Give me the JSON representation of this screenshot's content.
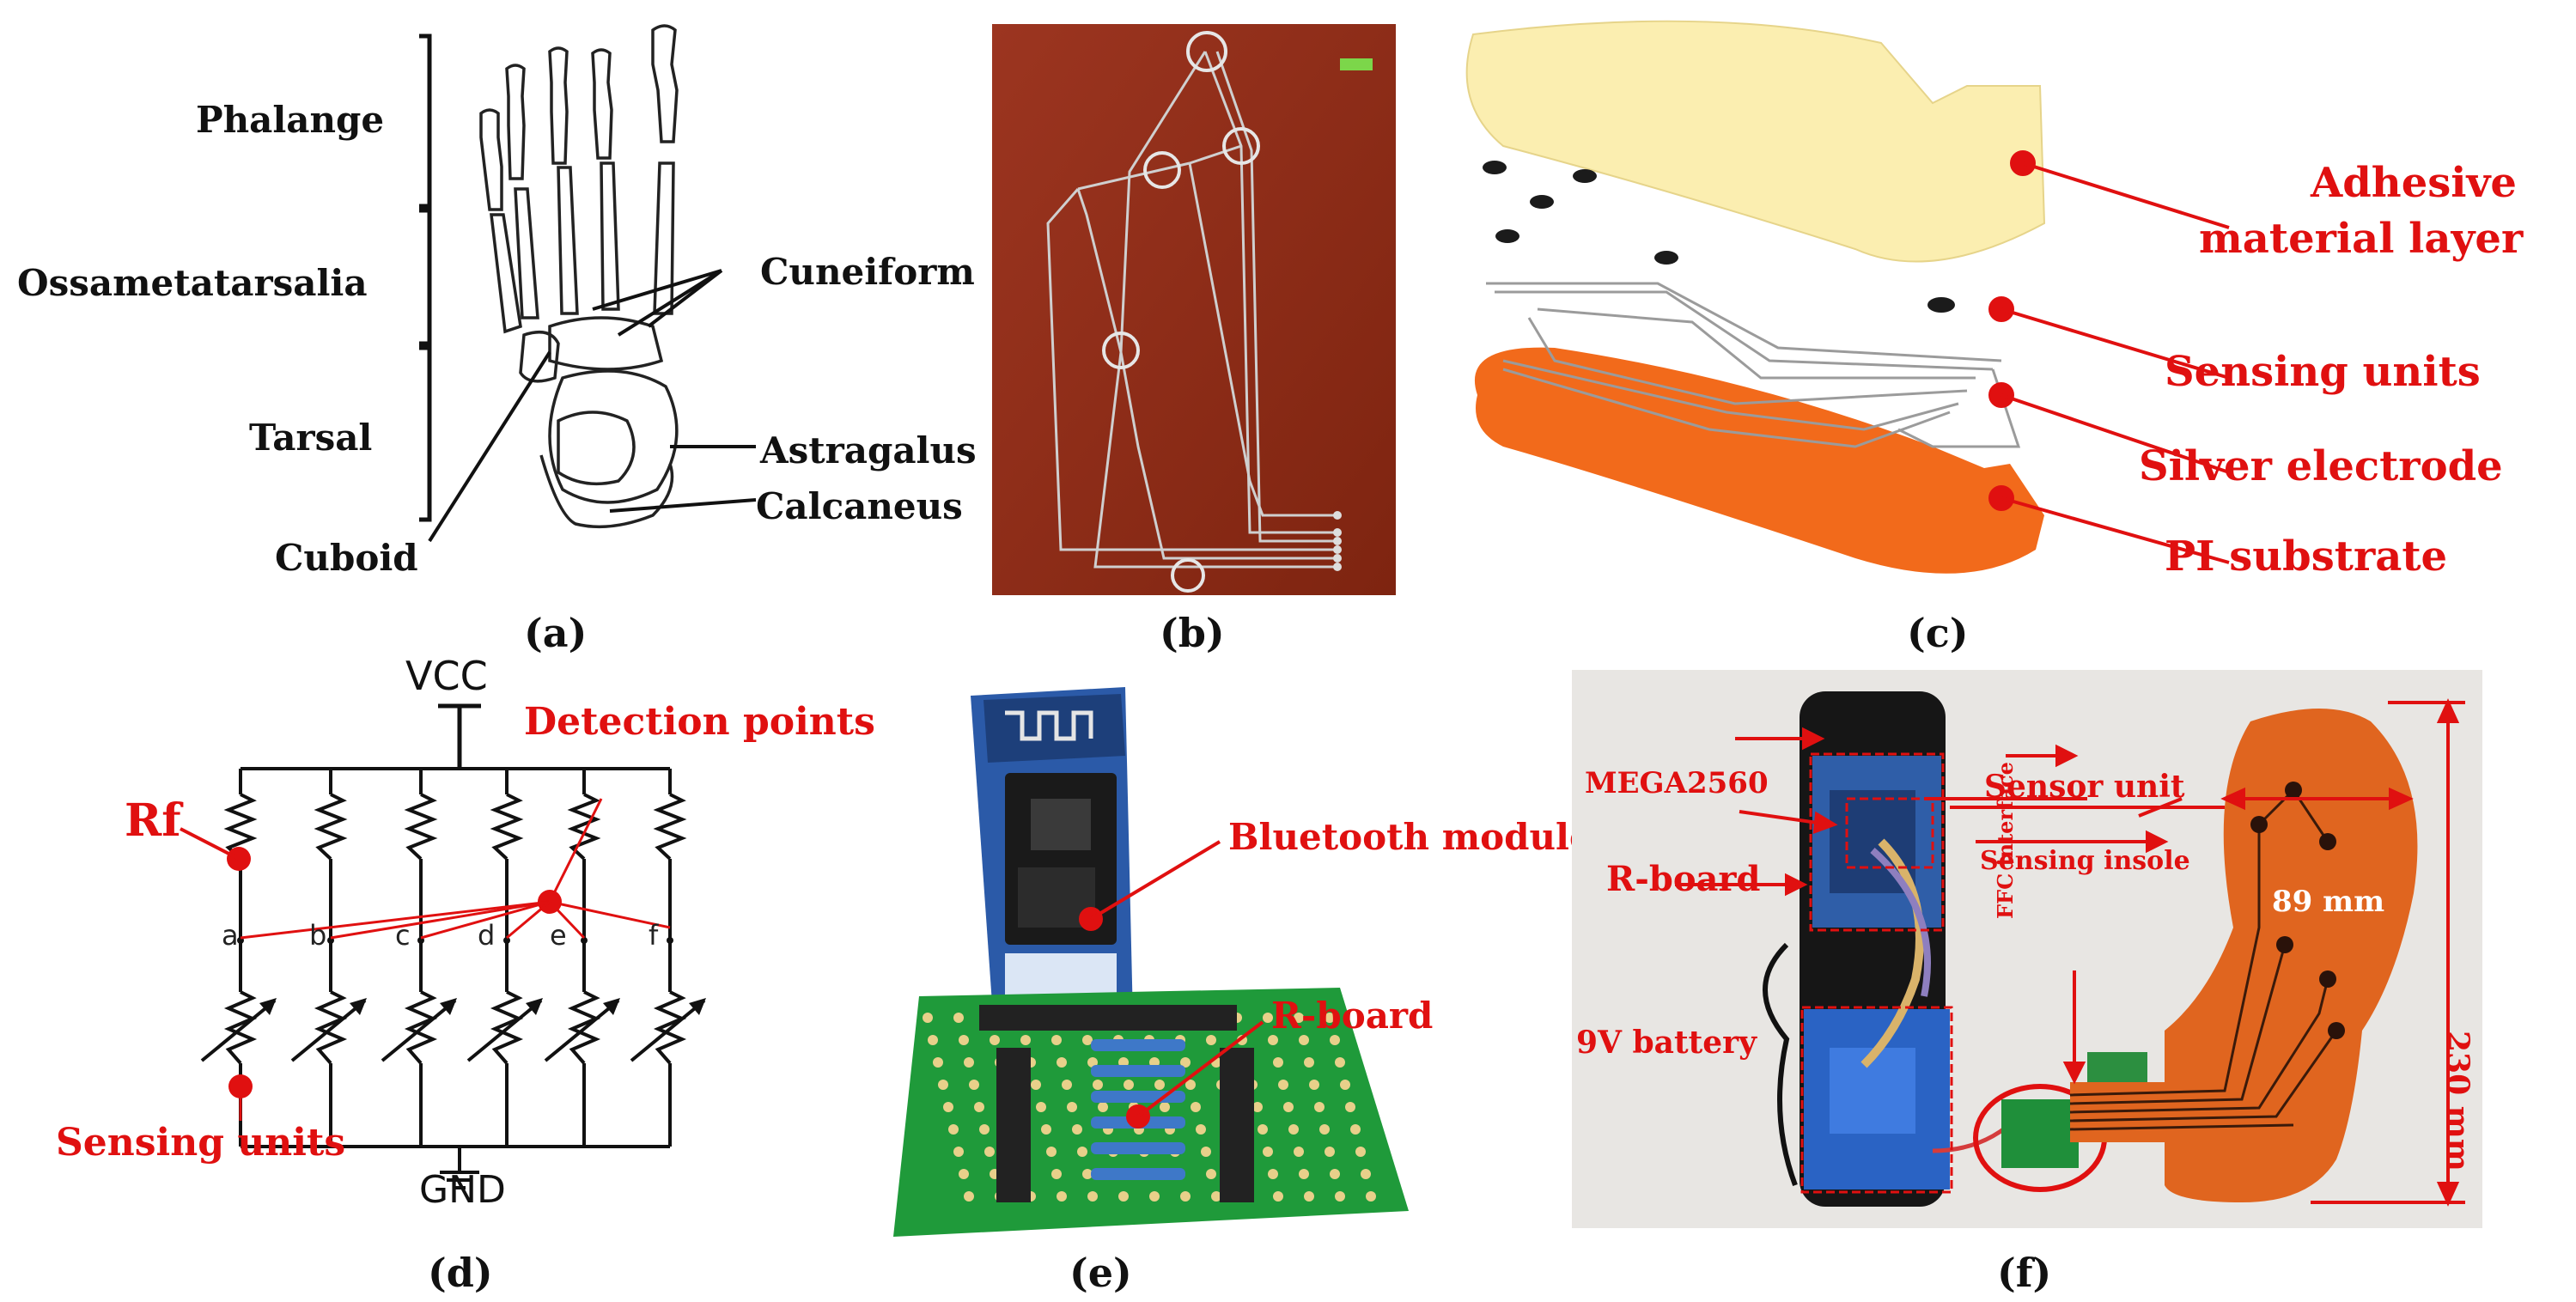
{
  "panel_a": {
    "caption": "(a)",
    "labels": {
      "phalange": "Phalange",
      "ossametatarsalia": "Ossametatarsalia",
      "tarsal": "Tarsal",
      "cuneiform": "Cuneiform",
      "astragalus": "Astragalus",
      "calcaneus": "Calcaneus",
      "cuboid": "Cuboid"
    }
  },
  "panel_b": {
    "caption": "(b)"
  },
  "panel_c": {
    "caption": "(c)",
    "labels": {
      "adhesive_line1": "Adhesive",
      "adhesive_line2": "material layer",
      "sensing_units": "Sensing units",
      "silver_electrode": "Silver electrode",
      "pi_substrate": "PI substrate"
    }
  },
  "panel_d": {
    "caption": "(d)",
    "labels": {
      "vcc": "VCC",
      "gnd": "GND",
      "rf": "Rf",
      "detection_points": "Detection points",
      "sensing_units": "Sensing units",
      "nodes": [
        "a",
        "b",
        "c",
        "d",
        "e",
        "f"
      ]
    }
  },
  "panel_e": {
    "caption": "(e)",
    "labels": {
      "bluetooth_module": "Bluetooth module",
      "r_board": "R-board"
    }
  },
  "panel_f": {
    "caption": "(f)",
    "labels": {
      "mega2560": "MEGA2560",
      "r_board": "R-board",
      "battery": "9V battery",
      "ffc_interface": "FFC interface",
      "sensor_unit": "Sensor unit",
      "sensing_insole": "Sensing insole",
      "width": "89 mm",
      "length": "230 mm"
    }
  },
  "colors": {
    "annotation_red": "#e01010",
    "insole_orange": "#f26a1b",
    "adhesive_yellow": "#fbeeb0",
    "board_green": "#1f9a3a",
    "substrate_brown": "#8f2a14"
  }
}
